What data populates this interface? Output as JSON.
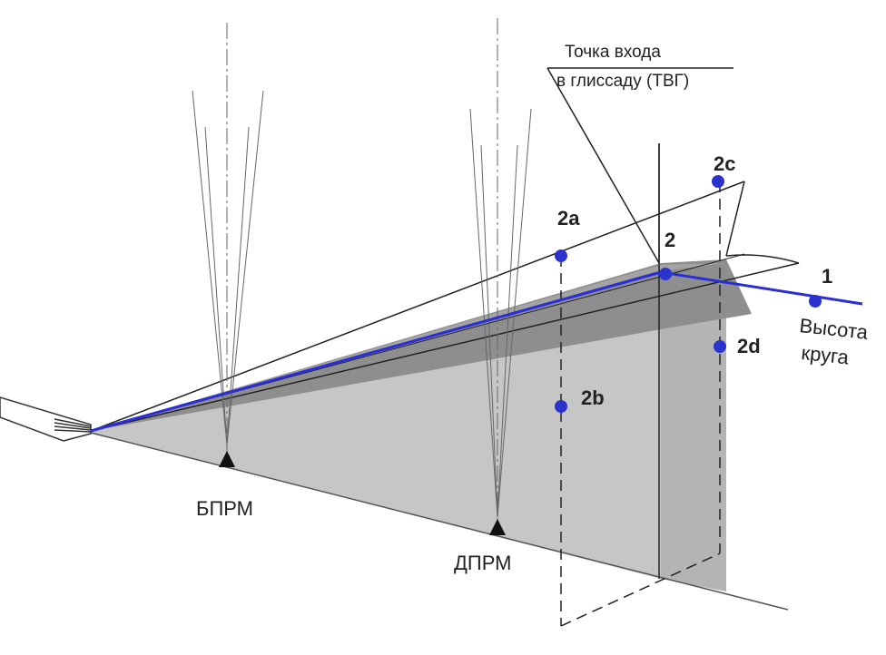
{
  "title": {
    "line1": "Точка входа",
    "line2": "в глиссаду (ТВГ)"
  },
  "points": {
    "p1": "1",
    "p2": "2",
    "p2a": "2a",
    "p2b": "2b",
    "p2c": "2c",
    "p2d": "2d"
  },
  "circle_height": {
    "line1": "Высота",
    "line2": "круга"
  },
  "beacons": {
    "inner": "БПРМ",
    "outer": "ДПРМ"
  },
  "colors": {
    "glidepath": "#2a2ed8",
    "points": "#2b33cf",
    "wedge": "#c4c4c4",
    "wedge_dark": "#8f8f8f"
  }
}
